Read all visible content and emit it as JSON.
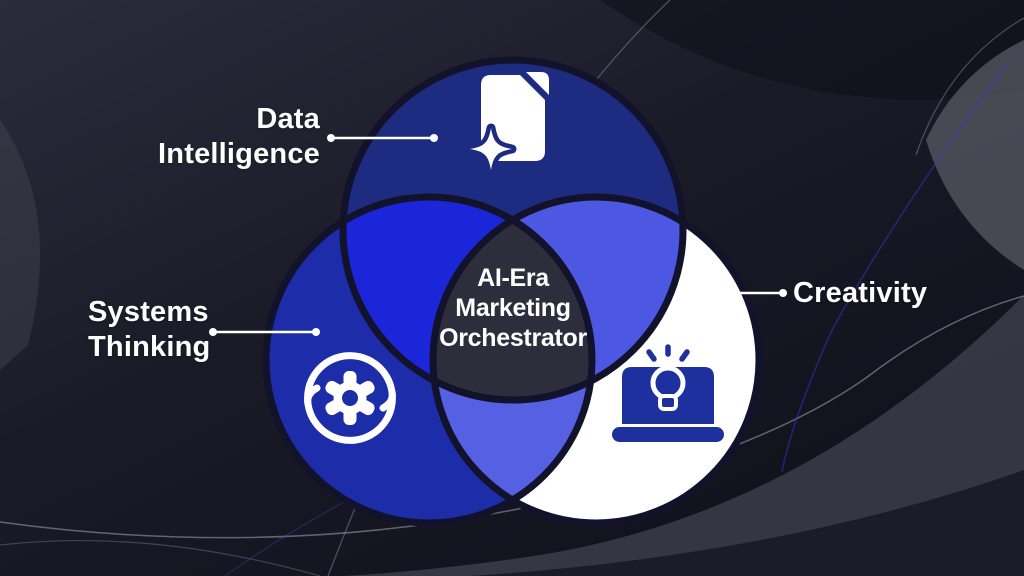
{
  "title": "AI-Era Marketing Orchestrator",
  "venn": {
    "center_label": {
      "line1": "AI-Era",
      "line2": "Marketing",
      "line3": "Orchestrator"
    },
    "sets": [
      {
        "name": "Data Intelligence",
        "icon": "document-sparkle-icon",
        "color": "#1d2b80"
      },
      {
        "name": "Systems Thinking",
        "icon": "gear-sync-icon",
        "color": "#1d2ca8"
      },
      {
        "name": "Creativity",
        "icon": "laptop-lightbulb-icon",
        "color": "#ffffff"
      }
    ],
    "labels": {
      "data_intelligence": {
        "line1": "Data",
        "line2": "Intelligence"
      },
      "systems_thinking": {
        "line1": "Systems",
        "line2": "Thinking"
      },
      "creativity": {
        "line1": "Creativity"
      }
    },
    "overlap_colors": {
      "data_systems": "#1b26d9",
      "data_creativity": "#4d58e2",
      "systems_creativity": "#5560e2",
      "center": "#2d2d3c"
    },
    "colors": {
      "background": "#15151f",
      "outline": "#12122a",
      "text": "#ffffff",
      "icon_blue": "#1e2f9e"
    }
  }
}
